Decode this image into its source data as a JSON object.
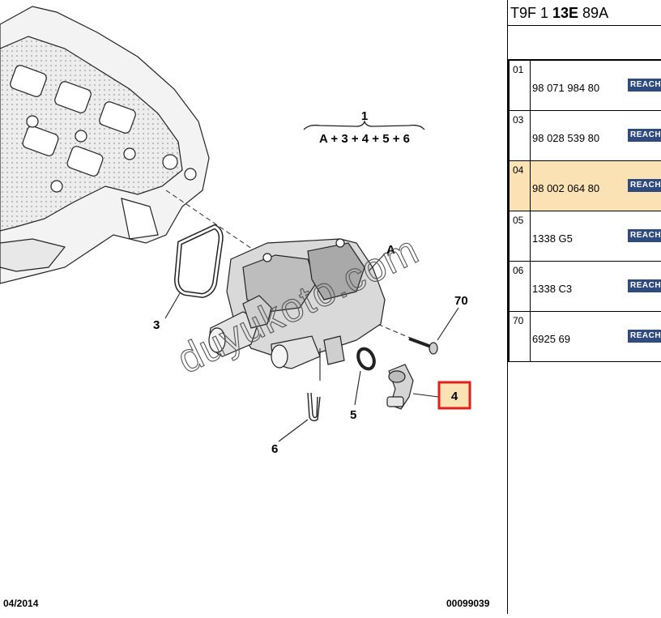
{
  "diagram": {
    "assembly": {
      "number": "1",
      "formula": "A + 3 + 4 + 5 + 6"
    },
    "callouts": {
      "A": "A",
      "3": "3",
      "4": "4",
      "5": "5",
      "6": "6",
      "70": "70"
    },
    "highlight_color": "#e0201b",
    "highlight_fill": "#fbe2b4",
    "watermark": "duyukoto.com",
    "footer_date": "04/2014",
    "footer_code": "00099039"
  },
  "panel": {
    "title_prefix": "T9F 1 ",
    "title_bold": "13E",
    "title_suffix": " 89A",
    "rows": [
      {
        "index": "01",
        "part": "98 071 984 80",
        "badge": "REACH"
      },
      {
        "index": "03",
        "part": "98 028 539 80",
        "badge": "REACH"
      },
      {
        "index": "04",
        "part": "98 002 064 80",
        "badge": "REACH",
        "selected": true
      },
      {
        "index": "05",
        "part": "1338 G5",
        "badge": "REACH"
      },
      {
        "index": "06",
        "part": "1338 C3",
        "badge": "REACH"
      },
      {
        "index": "70",
        "part": "6925 69",
        "badge": "REACH"
      }
    ]
  }
}
